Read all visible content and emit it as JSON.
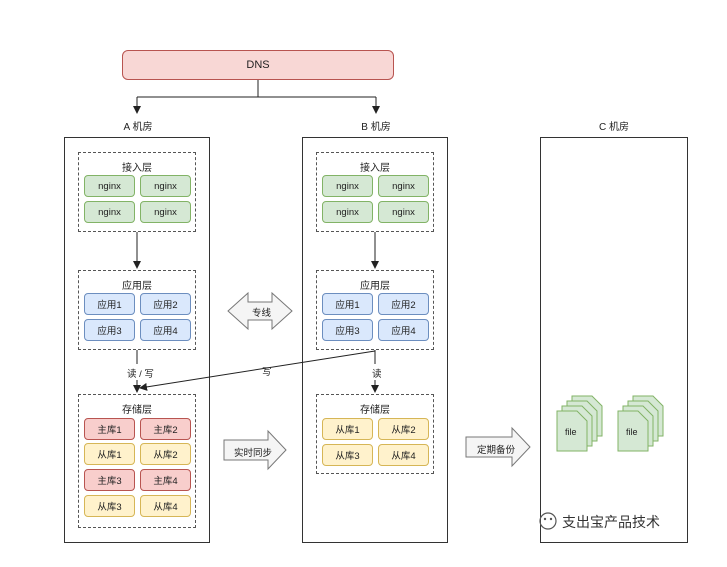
{
  "dns": {
    "label": "DNS"
  },
  "rooms": {
    "a": {
      "label": "A 机房"
    },
    "b": {
      "label": "B 机房"
    },
    "c": {
      "label": "C 机房"
    }
  },
  "layers": {
    "access": "接入层",
    "app": "应用层",
    "storage": "存储层"
  },
  "nginx": "nginx",
  "apps": [
    "应用1",
    "应用2",
    "应用3",
    "应用4"
  ],
  "a_storage": [
    "主库1",
    "主库2",
    "从库1",
    "从库2",
    "主库3",
    "主库4",
    "从库3",
    "从库4"
  ],
  "b_storage": [
    "从库1",
    "从库2",
    "从库3",
    "从库4"
  ],
  "arrows": {
    "leased_line": "专线",
    "realtime_sync": "实时同步",
    "periodic_backup": "定期备份",
    "read_write": "读 / 写",
    "write": "写",
    "read": "读"
  },
  "file": "file",
  "watermark": "支出宝产品技术"
}
